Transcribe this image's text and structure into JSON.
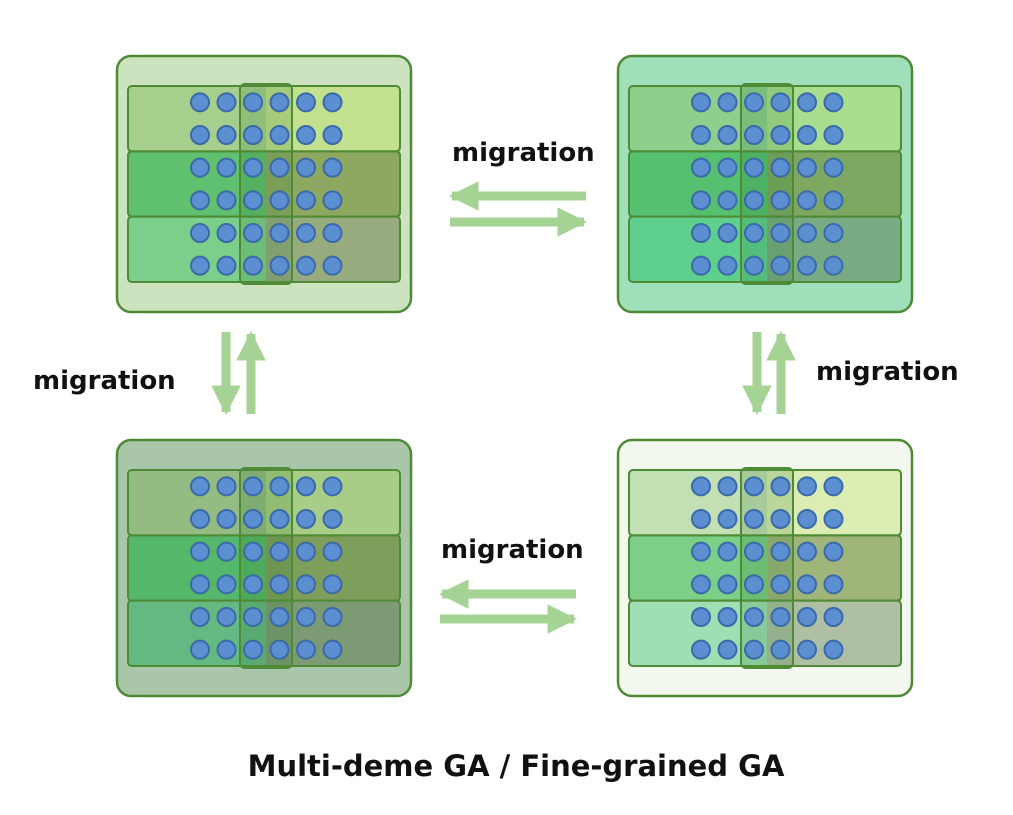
{
  "caption": "Multi-deme GA  / Fine-grained GA",
  "migration_labels": {
    "top": "migration",
    "bottom": "migration",
    "left": "migration",
    "right": "migration"
  },
  "colors": {
    "individual_fill": "#5b8fd1",
    "individual_stroke": "#3a6aa8",
    "arrow": "#a5d394",
    "border": "#4f8a37"
  },
  "demes": [
    {
      "id": "top-left",
      "rows": 6,
      "cols": 6,
      "bg": "#cde3bf",
      "tints": [
        "#a6cf8d",
        "#c3e08e",
        "#5fc06f",
        "#8ea862",
        "#7ccf8a",
        "#97ab7f"
      ]
    },
    {
      "id": "top-right",
      "rows": 6,
      "cols": 6,
      "bg": "#9fe0bb",
      "tints": [
        "#8ecf8d",
        "#a9de8e",
        "#55c06f",
        "#7ea862",
        "#5fcf8e",
        "#79ab82"
      ]
    },
    {
      "id": "bottom-left",
      "rows": 6,
      "cols": 6,
      "bg": "#a9c6ab",
      "tints": [
        "#93bb82",
        "#a8cd86",
        "#55b769",
        "#7e9f5c",
        "#64b882",
        "#7c9a74"
      ]
    },
    {
      "id": "bottom-right",
      "rows": 6,
      "cols": 6,
      "bg": "#f3f8ee",
      "tints": [
        "#c3dfb4",
        "#dcedb4",
        "#7ccf86",
        "#9fb57a",
        "#9fdfb4",
        "#aebfa4"
      ]
    }
  ]
}
